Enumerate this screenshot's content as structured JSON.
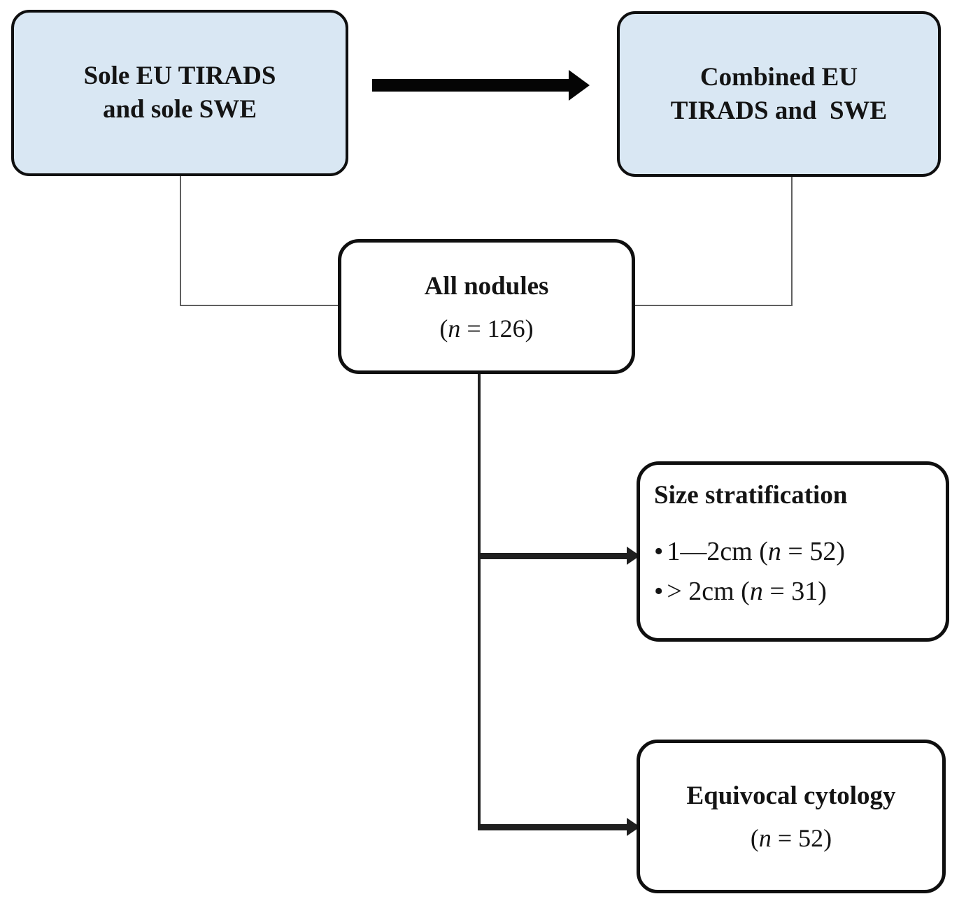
{
  "figure": {
    "colors": {
      "box_fill_blue": "#d9e7f3",
      "box_border": "#0f0f0f",
      "arrow_black": "#050505",
      "connector_gray": "#606060",
      "text": "#141414"
    },
    "nodes": {
      "sole": {
        "lines": [
          "Sole EU TIRADS",
          "and sole SWE"
        ]
      },
      "combined": {
        "lines": [
          "Combined EU",
          "TIRADS and  SWE"
        ]
      },
      "all_nodules": {
        "title": "All nodules",
        "count": {
          "open": "(",
          "var": "n",
          "rest": " = 126)"
        }
      },
      "size": {
        "title": "Size stratification",
        "bullets": [
          {
            "marker": "•",
            "pre": "1—2cm (",
            "var": "n",
            "rest": " = 52)"
          },
          {
            "marker": "•",
            "pre": "> 2cm (",
            "var": "n",
            "rest": " = 31)"
          }
        ]
      },
      "equivocal": {
        "title": "Equivocal cytology",
        "count": {
          "open": "(",
          "var": "n",
          "rest": " = 52)"
        }
      }
    }
  }
}
